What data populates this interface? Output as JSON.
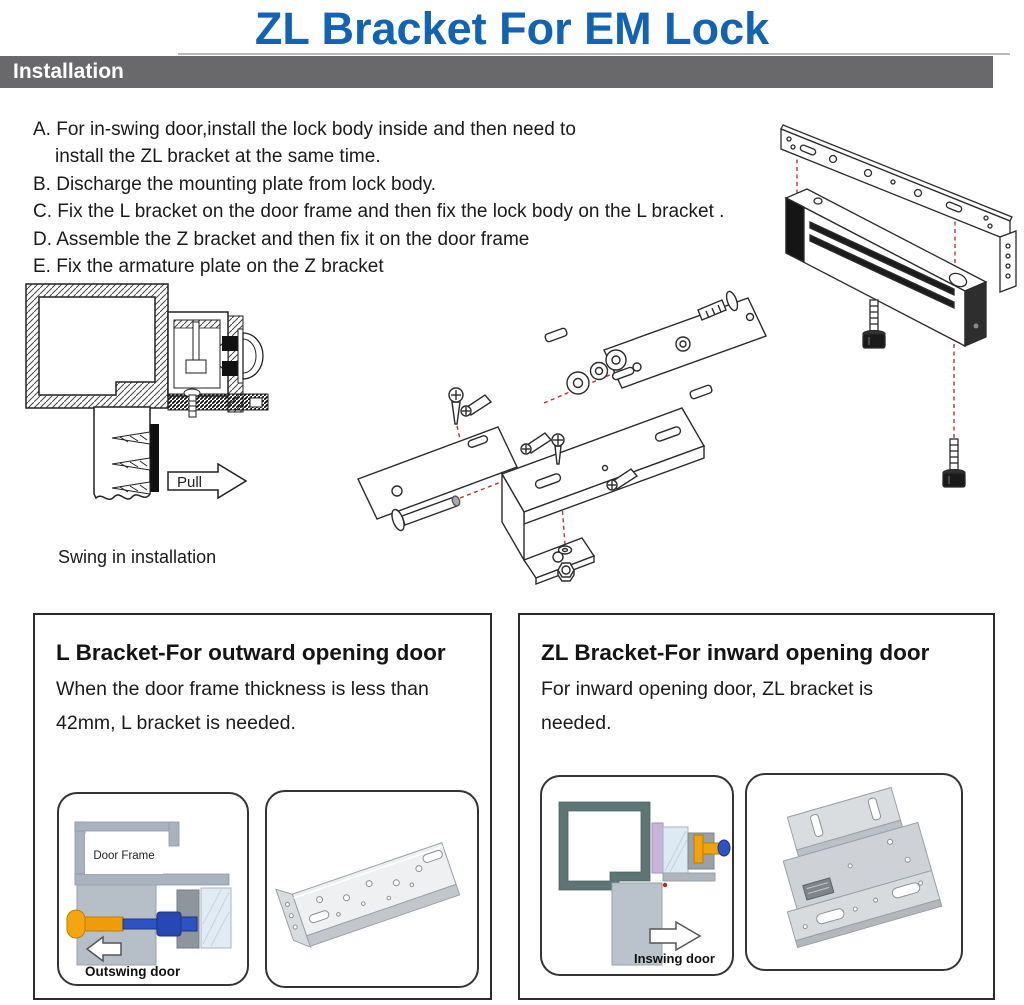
{
  "page": {
    "title": "ZL Bracket For EM Lock",
    "section_header": "Installation"
  },
  "colors": {
    "title_blue": "#1263b4",
    "section_bar_gray": "#69696b",
    "dash_red": "#b03a35",
    "pin_orange": "#f2a20c",
    "bolt_blue": "#2d52c4",
    "frame_teal": "#5d7575"
  },
  "instructions": {
    "lines": [
      "A. For in-swing door,install the lock body inside and then need to",
      "install the ZL bracket at the same time.",
      "B. Discharge the mounting plate from lock body.",
      "C. Fix the L bracket on the door frame and then fix the lock body on the L bracket .",
      "D. Assemble the Z bracket and then fix it on the door frame",
      "E. Fix the armature plate on the Z bracket"
    ]
  },
  "diagrams": {
    "swing": {
      "caption": "Swing in installation",
      "pull_label": "Pull"
    }
  },
  "boxes": {
    "left": {
      "heading": "L Bracket-For outward opening door",
      "body_line1": "When the door frame thickness is less than",
      "body_line2": "42mm, L bracket is needed.",
      "door_frame_label": "Door Frame",
      "door_label": "Outswing door"
    },
    "right": {
      "heading": "ZL Bracket-For inward opening door",
      "body_line1": "For inward opening door, ZL bracket is",
      "body_line2": "needed.",
      "door_label": "Inswing door"
    }
  }
}
